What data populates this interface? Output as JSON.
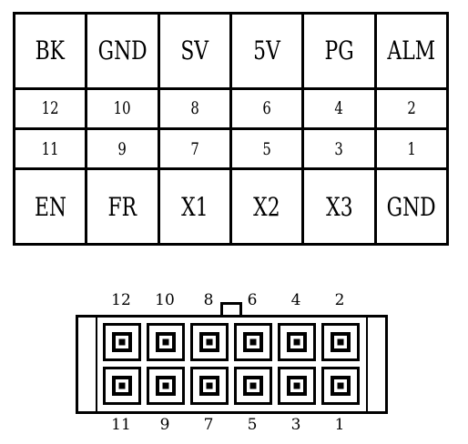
{
  "pin_table": {
    "rows": [
      {
        "kind": "signal",
        "cells": [
          "BK",
          "GND",
          "SV",
          "5V",
          "PG",
          "ALM"
        ]
      },
      {
        "kind": "number",
        "cells": [
          "12",
          "10",
          "8",
          "6",
          "4",
          "2"
        ]
      },
      {
        "kind": "number",
        "cells": [
          "11",
          "9",
          "7",
          "5",
          "3",
          "1"
        ]
      },
      {
        "kind": "signal",
        "cells": [
          "EN",
          "FR",
          "X1",
          "X2",
          "X3",
          "GND"
        ]
      }
    ]
  },
  "connector": {
    "top_labels": [
      "12",
      "10",
      "8",
      "6",
      "4",
      "2"
    ],
    "bottom_labels": [
      "11",
      "9",
      "7",
      "5",
      "3",
      "1"
    ]
  }
}
